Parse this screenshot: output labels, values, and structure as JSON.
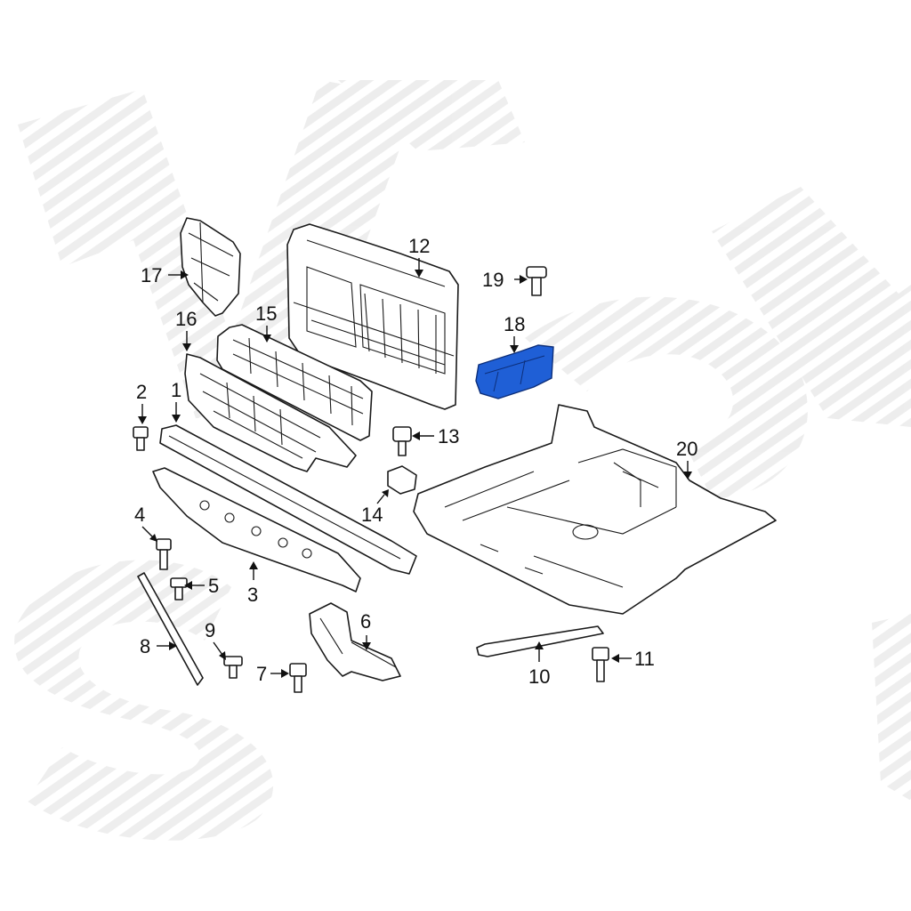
{
  "diagram": {
    "highlight_color": "#1f5fd6",
    "line_color": "#1a1a1a",
    "background_color": "#ffffff",
    "watermark_color": "#e6e6e6",
    "highlighted_part": "18",
    "callouts": {
      "p1": "1",
      "p2": "2",
      "p3": "3",
      "p4": "4",
      "p5": "5",
      "p6": "6",
      "p7": "7",
      "p8": "8",
      "p9": "9",
      "p10": "10",
      "p11": "11",
      "p12": "12",
      "p13": "13",
      "p14": "14",
      "p15": "15",
      "p16": "16",
      "p17": "17",
      "p18": "18",
      "p19": "19",
      "p20": "20"
    }
  }
}
